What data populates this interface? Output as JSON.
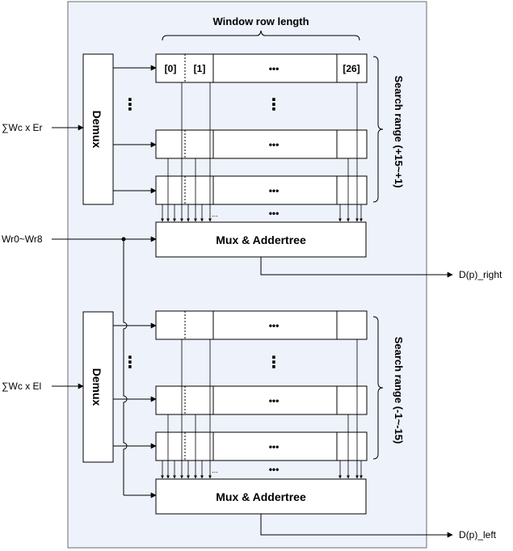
{
  "window_row_length": "Window row length",
  "cell_labels": [
    "[0]",
    "[1]",
    "[26]"
  ],
  "ellipsis": "•••",
  "vertical_ellipsis": "⋮",
  "small_dots": "...",
  "demux_label": "Demux",
  "mux_label": "Mux & Addertree",
  "search_range_top": "Search range (+15~+1)",
  "search_range_bottom": "Search range (-1~-15)",
  "input_top": "∑Wc x Er",
  "input_bottom": "∑Wc x El",
  "input_weights": "Wr0~Wr8",
  "output_right": "D(p)_right",
  "output_left": "D(p)_left",
  "colors": {
    "panel_fill": "#eef2fb",
    "panel_stroke": "#6b6b6b",
    "line": "#000000",
    "box_fill": "#ffffff"
  }
}
